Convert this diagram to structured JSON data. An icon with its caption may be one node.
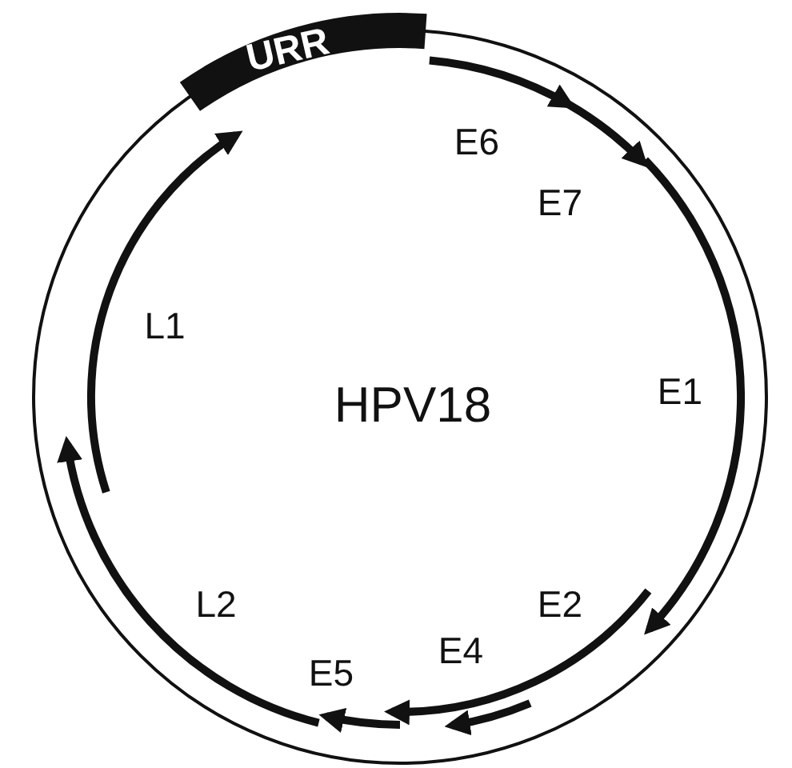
{
  "diagram": {
    "nodes": [
      {
        "text": [
          "URR"
        ]
      }
    ],
    "labels": [
      "E6",
      "E7",
      "L1",
      "HPV18",
      "E1",
      "L2",
      "E2",
      "E4",
      "E5"
    ]
  }
}
